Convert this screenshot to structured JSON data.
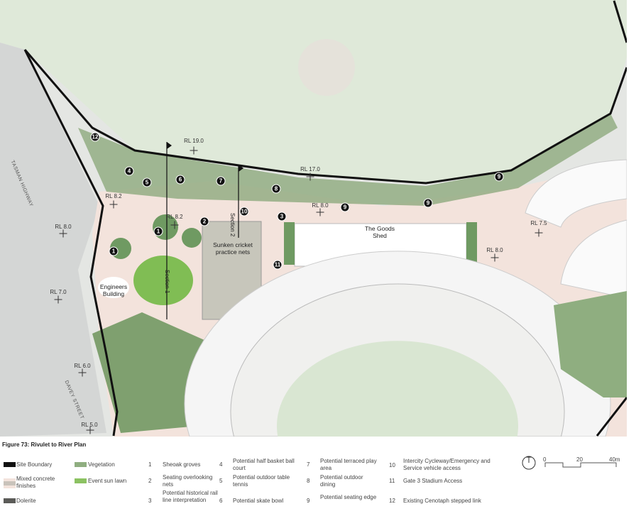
{
  "figure_caption": "Figure 73: Rivulet to River Plan",
  "map": {
    "levels": [
      "RL 19.0",
      "RL 17.0",
      "RL 8.2",
      "RL 8.2",
      "RL 8.0",
      "RL 8.0",
      "RL 7.0",
      "RL 6.0",
      "RL 5.0",
      "RL 7.5",
      "RL 8.0"
    ],
    "places": {
      "goods_shed": "The Goods Shed",
      "cricket_nets": "Sunken cricket practice nets",
      "engineers": "Engineers Building"
    },
    "streets": {
      "tasman": "TASMAN HIGHWAY",
      "davey": "DAVEY STREET"
    },
    "sections": [
      "Section 1",
      "Section 2"
    ],
    "markers": [
      "12",
      "4",
      "5",
      "6",
      "7",
      "8",
      "10",
      "2",
      "3",
      "9",
      "9",
      "9",
      "1",
      "1",
      "11"
    ]
  },
  "legend": {
    "materials": [
      {
        "label": "Site Boundary",
        "color": "#111111"
      },
      {
        "label": "Mixed concrete finishes",
        "color": "#c9c3bb"
      },
      {
        "label": "Dolerite",
        "color": "#5b5b58"
      },
      {
        "label": "Vegetation",
        "color": "#8fae80"
      },
      {
        "label": "Event sun lawn",
        "color": "#8cc262"
      }
    ],
    "items": [
      {
        "n": "1",
        "label": "Sheoak groves"
      },
      {
        "n": "2",
        "label": "Seating overlooking nets"
      },
      {
        "n": "3",
        "label": "Potential historical rail line interpretation"
      },
      {
        "n": "4",
        "label": "Potential half basket ball court"
      },
      {
        "n": "5",
        "label": "Potential outdoor table tennis"
      },
      {
        "n": "6",
        "label": "Potential skate bowl"
      },
      {
        "n": "7",
        "label": "Potential terraced play area"
      },
      {
        "n": "8",
        "label": "Potential outdoor dining"
      },
      {
        "n": "9",
        "label": "Potential seating edge"
      },
      {
        "n": "10",
        "label": "Intercity Cycleway/Emergency and Service vehicle access"
      },
      {
        "n": "11",
        "label": "Gate 3 Stadium Access"
      },
      {
        "n": "12",
        "label": "Existing Cenotaph stepped link"
      }
    ],
    "scale": {
      "l0": "0",
      "l1": "20",
      "l2": "40m"
    }
  }
}
